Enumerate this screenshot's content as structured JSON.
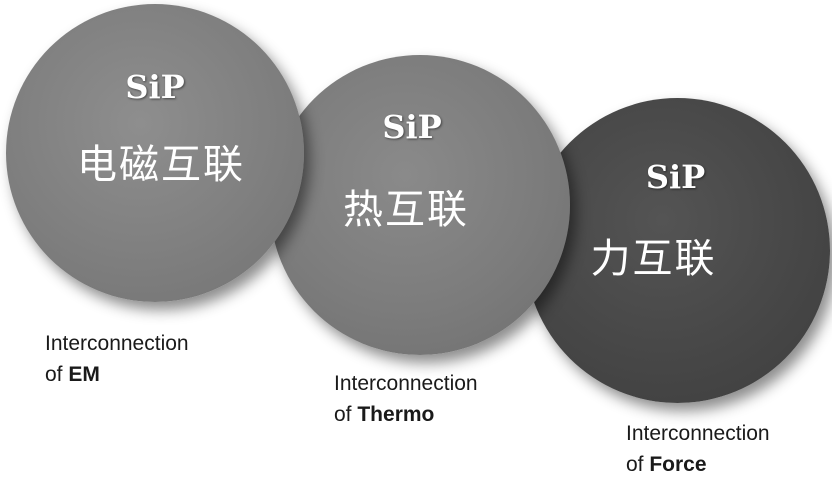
{
  "circles": [
    {
      "sip": "SiP",
      "label": "电磁互联",
      "fill": "#7f7f7f"
    },
    {
      "sip": "SiP",
      "label": "热互联",
      "fill": "#7c7c7c"
    },
    {
      "sip": "SiP",
      "label": "力互联",
      "fill": "#474747"
    }
  ],
  "captions": [
    {
      "line1": "Interconnection",
      "prefix": "of ",
      "bold": "EM"
    },
    {
      "line1": "Interconnection",
      "prefix": "of ",
      "bold": "Thermo"
    },
    {
      "line1": "Interconnection",
      "prefix": "of ",
      "bold": "Force"
    }
  ]
}
